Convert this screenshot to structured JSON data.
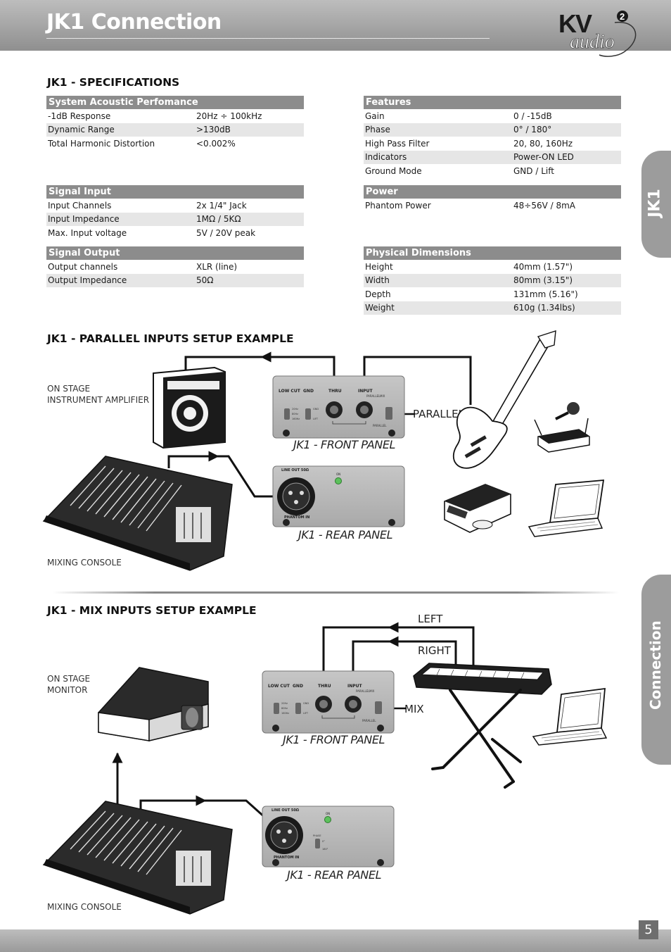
{
  "header": {
    "title": "JK1 Connection"
  },
  "logo": {
    "mark": "KV",
    "sub": "audio",
    "badge": "2"
  },
  "side_tabs": {
    "top": "JK1",
    "bottom": "Connection"
  },
  "specs": {
    "heading": "JK1 - SPECIFICATIONS",
    "acoustic": {
      "title": "System Acoustic Perfomance",
      "rows": [
        {
          "k": "-1dB Response",
          "v": "20Hz ÷ 100kHz"
        },
        {
          "k": "Dynamic Range",
          "v": ">130dB"
        },
        {
          "k": "Total Harmonic Distortion",
          "v": "<0.002%"
        }
      ]
    },
    "features": {
      "title": "Features",
      "rows": [
        {
          "k": "Gain",
          "v": "0 / -15dB"
        },
        {
          "k": "Phase",
          "v": "0° / 180°"
        },
        {
          "k": "High Pass Filter",
          "v": "20, 80, 160Hz"
        },
        {
          "k": "Indicators",
          "v": "Power-ON LED"
        },
        {
          "k": "Ground Mode",
          "v": "GND / Lift"
        }
      ]
    },
    "signal_input": {
      "title": "Signal Input",
      "rows": [
        {
          "k": "Input Channels",
          "v": "2x 1/4\" Jack"
        },
        {
          "k": "Input Impedance",
          "v": "1MΩ / 5KΩ"
        },
        {
          "k": "Max. Input voltage",
          "v": "5V / 20V peak"
        }
      ]
    },
    "power": {
      "title": "Power",
      "rows": [
        {
          "k": "Phantom Power",
          "v": "48÷56V / 8mA"
        }
      ]
    },
    "signal_output": {
      "title": "Signal Output",
      "rows": [
        {
          "k": "Output channels",
          "v": "XLR (line)"
        },
        {
          "k": "Output Impedance",
          "v": "50Ω"
        }
      ]
    },
    "dimensions": {
      "title": "Physical Dimensions",
      "rows": [
        {
          "k": "Height",
          "v": "40mm (1.57\")"
        },
        {
          "k": "Width",
          "v": "80mm (3.15\")"
        },
        {
          "k": "Depth",
          "v": "131mm (5.16\")"
        },
        {
          "k": "Weight",
          "v": "610g (1.34lbs)"
        }
      ]
    }
  },
  "parallel": {
    "heading": "JK1 -  PARALLEL INPUTS SETUP EXAMPLE",
    "amp_label": [
      "ON STAGE",
      "INSTRUMENT AMPLIFIER"
    ],
    "console_label": "MIXING CONSOLE",
    "front_caption": "JK1 - FRONT PANEL",
    "rear_caption": "JK1 - REAR PANEL",
    "mode_label": "PARALLEL"
  },
  "mix": {
    "heading": "JK1 - MIX INPUTS SETUP EXAMPLE",
    "monitor_label": [
      "ON STAGE",
      "MONITOR"
    ],
    "console_label": "MIXING CONSOLE",
    "front_caption": "JK1 - FRONT PANEL",
    "rear_caption": "JK1 - REAR PANEL",
    "left_label": "LEFT",
    "right_label": "RIGHT",
    "mode_label": "MIX"
  },
  "panel": {
    "low_cut": "LOW CUT",
    "gnd": "GND",
    "thru": "THRU",
    "input": "INPUT",
    "parallel": "PARALLEL",
    "mix": "MIX",
    "lift": "LIFT",
    "hz20": "20Hz",
    "hz80": "80Hz",
    "hz160": "160Hz",
    "line_out": "LINE OUT 50Ω",
    "phantom_in": "PHANTOM IN",
    "on": "ON",
    "phase": "PHASE",
    "deg0": "0°",
    "deg180": "180°"
  },
  "page": {
    "number": "5"
  }
}
